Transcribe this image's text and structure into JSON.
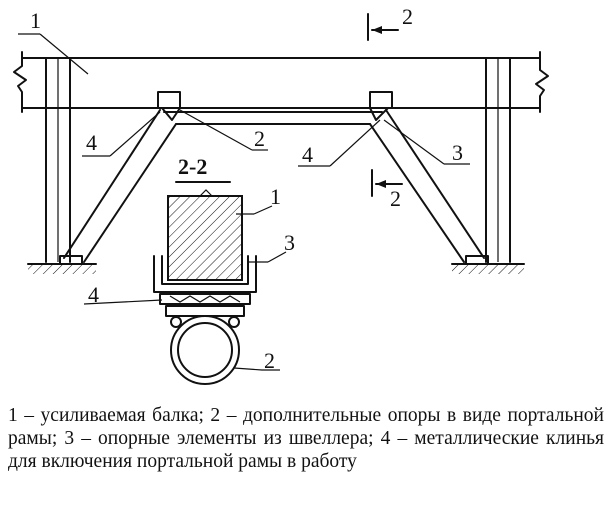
{
  "labels": {
    "l1": "1",
    "l2a": "2",
    "l4a": "4",
    "l4b": "4",
    "l3": "3",
    "l2b": "2",
    "sec_top": "2",
    "sec_bottom": "2",
    "section_title": "2-2",
    "s1": "1",
    "s3": "3",
    "s4": "4",
    "s2": "2"
  },
  "caption": "1 – усиливаемая балка; 2 – дополнительные опоры в виде портальной рамы; 3 – опорные элементы из швеллера; 4 – металлические клинья для включения портальной рамы в работу"
}
